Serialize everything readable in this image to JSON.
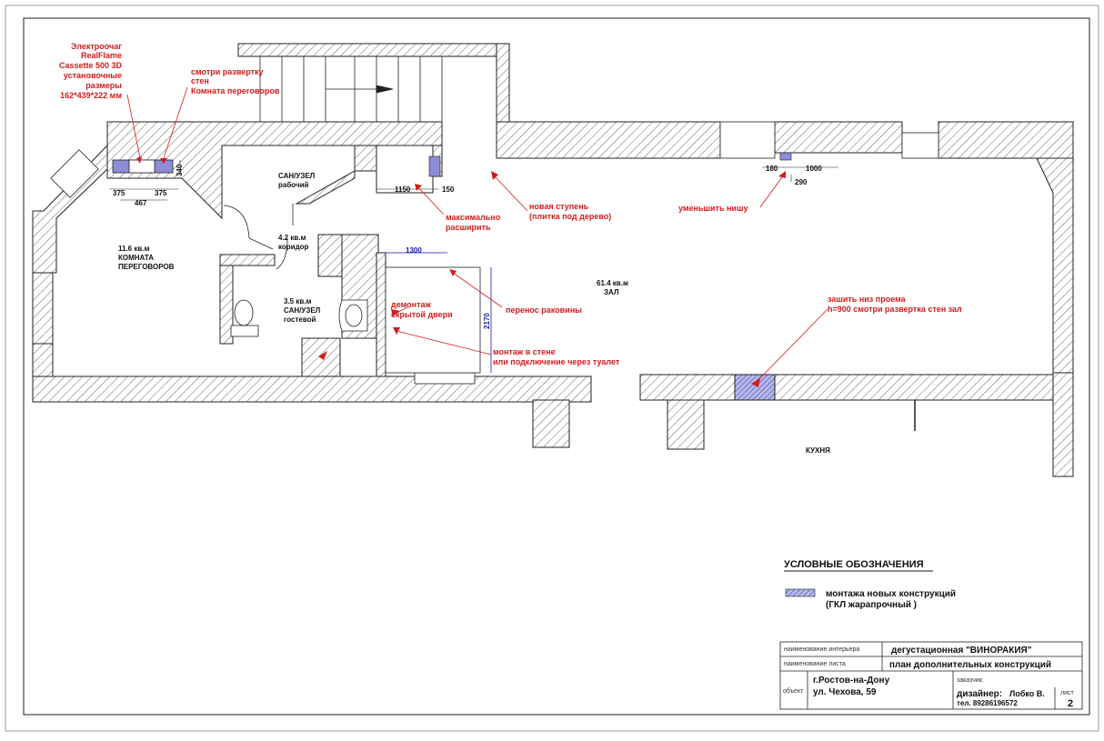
{
  "rooms": {
    "meeting": {
      "area": "11.6 кв.м",
      "name1": "КОМНАТА",
      "name2": "ПЕРЕГОВОРОВ"
    },
    "wc_work": {
      "name1": "САН/УЗЕЛ",
      "name2": "рабочий"
    },
    "corridor": {
      "area": "4.2 кв.м",
      "name": "коридор"
    },
    "wc_guest": {
      "area": "3.5 кв.м",
      "name1": "САН/УЗЕЛ",
      "name2": "гостевой"
    },
    "hall": {
      "area": "61.4 кв.м",
      "name": "ЗАЛ"
    },
    "kitchen": {
      "name": "КУХНЯ"
    }
  },
  "notes": {
    "fireplace": [
      "Электроочаг",
      "RealFlame",
      "Cassette 500 3D",
      "установочные",
      "размеры",
      "162*439*222 мм"
    ],
    "see_walls": [
      "смотри развертку",
      "стен",
      "Комната переговоров"
    ],
    "expand": [
      "максимально",
      "расширить"
    ],
    "new_step": [
      "новая ступень",
      "(плитка под дерево)"
    ],
    "reduce_niche": "уменьшить нишу",
    "remove_door": [
      "демонтаж",
      "скрытой двери"
    ],
    "move_sink": "перенос раковины",
    "mount_wall": [
      "монтаж в стене",
      "или подключение через туалет"
    ],
    "sew_opening": [
      "зашить низ проема",
      "h=900 смотри развертка стен зал"
    ]
  },
  "dims": {
    "d375a": "375",
    "d375b": "375",
    "d467": "467",
    "d340": "340",
    "d1150": "1150",
    "d150": "150",
    "d180": "180",
    "d1000": "1000",
    "d290": "290",
    "d1300": "1300",
    "d2170": "2170"
  },
  "legend": {
    "title": "УСЛОВНЫЕ ОБОЗНАЧЕНИЯ",
    "item1": "монтажа новых конструкций",
    "item2": "(ГКЛ жарапрочный )"
  },
  "title_block": {
    "label_interior": "наименование интерьера",
    "interior": "дегустационная \"ВИНОРАКИЯ\"",
    "label_sheet": "наименование листа",
    "sheet": "план дополнительных конструкций",
    "label_object": "объект",
    "city": "г.Ростов-на-Дону",
    "street": "ул. Чехова, 59",
    "label_customer": "заказчик:",
    "designer_label": "дизайнер:",
    "designer": "Лобко В.",
    "phone": "тел. 89286196572",
    "label_page": "лист",
    "page": "2"
  },
  "colors": {
    "wall_hatch": "#555555",
    "accent": "#d21c1c",
    "new_construction": "#4a4ab8"
  }
}
